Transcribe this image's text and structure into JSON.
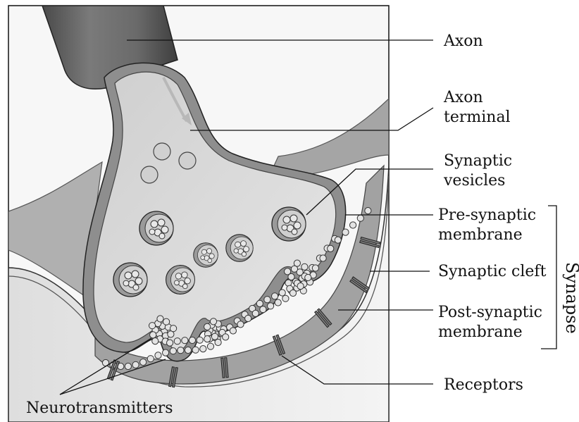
{
  "labels": {
    "axon": "Axon",
    "axon_terminal_1": "Axon",
    "axon_terminal_2": "terminal",
    "synaptic_vesicles_1": "Synaptic",
    "synaptic_vesicles_2": "vesicles",
    "pre_synaptic_1": "Pre-synaptic",
    "pre_synaptic_2": "membrane",
    "synaptic_cleft": "Synaptic cleft",
    "post_synaptic_1": "Post-synaptic",
    "post_synaptic_2": "membrane",
    "receptors": "Receptors",
    "neurotransmitters": "Neurotransmitters",
    "synapse": "Synapse"
  },
  "colors": {
    "axon_dark": "#5e5e5e",
    "membrane": "#a9a9a9",
    "terminal_fill": "#dadada",
    "background_fill": "#e9e9e9",
    "vesicle": "#cfcfcf"
  }
}
